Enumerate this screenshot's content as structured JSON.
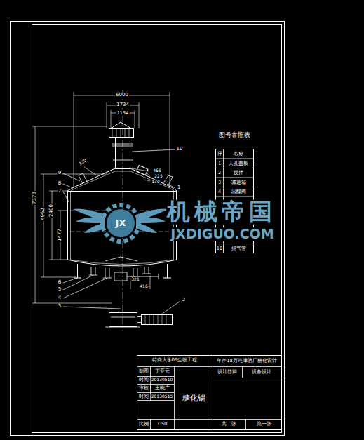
{
  "diagram": {
    "labels": [
      "6000",
      "1734",
      "1134",
      "10",
      "9",
      "8",
      "7",
      "320",
      "466",
      "225",
      "130",
      "1",
      "7378",
      "4962",
      "2400",
      "1477",
      "6",
      "5",
      "4",
      "3",
      "321",
      "416",
      "2",
      "图号参照表",
      "序",
      "名称",
      "1",
      "人孔盖板",
      "2",
      "搅拌",
      "3",
      "减速箱",
      "4",
      "出醪阀",
      "10",
      "排气管",
      "机械帝国",
      "JXDIGUO.COM",
      "JX",
      "特商大学09生物工程",
      "制图",
      "丁亚元",
      "时间",
      "20130510",
      "审核",
      "王晓广",
      "时间",
      "20130515",
      "比例",
      "1:50",
      "糖化锅",
      "年产18万吨啤酒厂糖化设计",
      "设计答辩",
      "设备设计",
      "共二张",
      "第一张"
    ]
  }
}
